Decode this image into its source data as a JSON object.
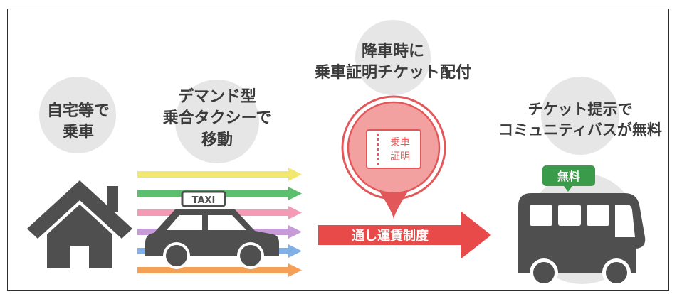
{
  "steps": {
    "step1": {
      "line1": "自宅等で",
      "line2": "乗車"
    },
    "step2": {
      "line1": "デマンド型",
      "line2": "乗合タクシーで",
      "line3": "移動"
    },
    "step3": {
      "line1": "降車時に",
      "line2": "乗車証明チケット配付"
    },
    "step4": {
      "line1": "チケット提示で",
      "line2": "コミュニティバスが無料"
    }
  },
  "taxi_sign": "TAXI",
  "ticket": {
    "line1": "乗車",
    "line2": "証明"
  },
  "fare_arrow_label": "通し運賃制度",
  "free_badge": "無料",
  "colors": {
    "icon_gray": "#4f4f4f",
    "circle_gray": "#e6e6e6",
    "ticket_red": "#e2585a",
    "arrow_red": "#e84a4a",
    "badge_green": "#3a9b4a",
    "lane_colors": [
      "#f2e870",
      "#5cbf6e",
      "#f49ab7",
      "#c79ad8",
      "#7fb0e8",
      "#f5a057"
    ]
  }
}
